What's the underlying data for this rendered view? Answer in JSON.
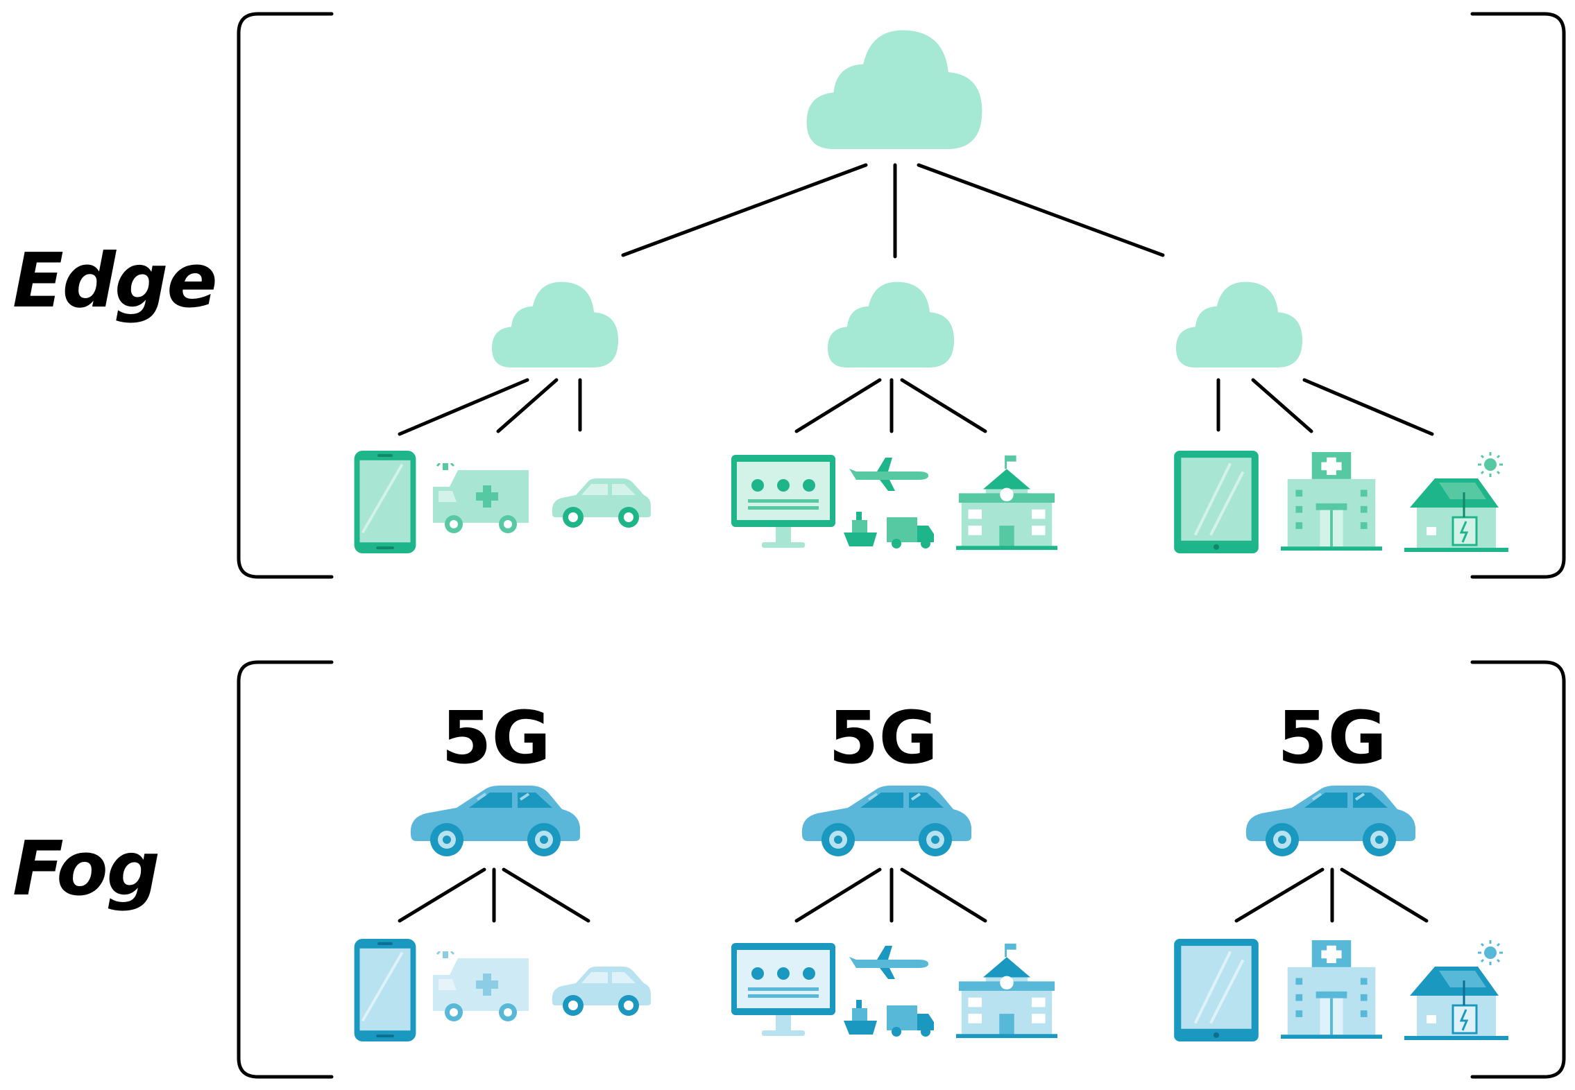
{
  "labels": {
    "edge": "Edge",
    "fog": "Fog",
    "network": [
      "5G",
      "5G",
      "5G"
    ]
  },
  "colors": {
    "edge_dark": "#1fb58a",
    "edge_mid": "#56c9a3",
    "edge_light": "#a8e6d3",
    "edge_cloud": "#a5e8d3",
    "fog_dark": "#1a98c0",
    "fog_mid": "#58b8d8",
    "fog_light": "#b9e2f1",
    "fog_car": "#5bb7da",
    "line": "#000000"
  },
  "groups": {
    "edge": {
      "top_node": "cloud-icon",
      "mid_nodes": [
        "cloud-icon",
        "cloud-icon",
        "cloud-icon"
      ],
      "devices": [
        [
          "smartphone-icon",
          "ambulance-icon",
          "car-icon"
        ],
        [
          "monitor-icon",
          "logistics-icon",
          "school-icon"
        ],
        [
          "tablet-icon",
          "hospital-icon",
          "smart-home-icon"
        ]
      ]
    },
    "fog": {
      "mid_nodes": [
        "connected-car-icon",
        "connected-car-icon",
        "connected-car-icon"
      ],
      "devices": [
        [
          "smartphone-icon",
          "ambulance-icon",
          "car-icon"
        ],
        [
          "monitor-icon",
          "logistics-icon",
          "school-icon"
        ],
        [
          "tablet-icon",
          "hospital-icon",
          "smart-home-icon"
        ]
      ]
    }
  }
}
